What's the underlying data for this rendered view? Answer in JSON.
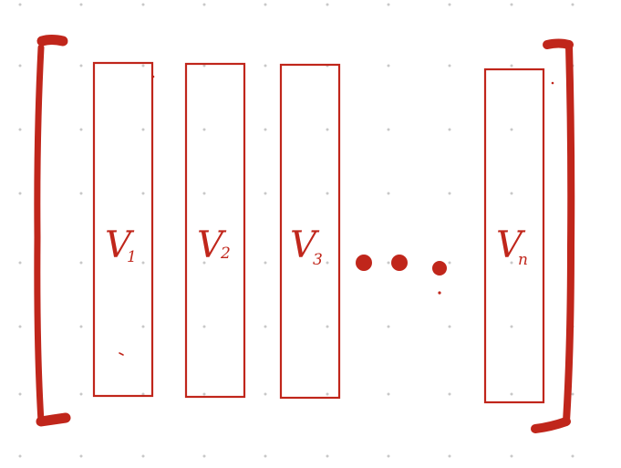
{
  "diagram": {
    "ink_color": "#c0261b",
    "grid_dot_color": "#c8c8c8",
    "vectors": [
      {
        "base": "V",
        "subscript": "1"
      },
      {
        "base": "V",
        "subscript": "2"
      },
      {
        "base": "V",
        "subscript": "3"
      },
      {
        "base": "V",
        "subscript": "n"
      }
    ],
    "ellipsis_dots": 3
  }
}
